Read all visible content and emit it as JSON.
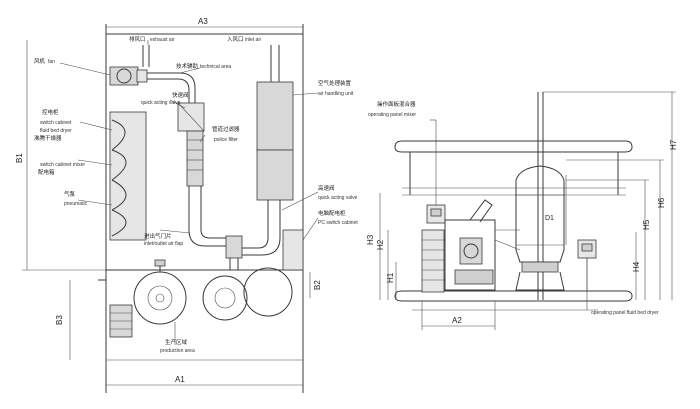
{
  "labels": {
    "exhaust_air_cn": "排风口",
    "exhaust_air_en": "exhaust air",
    "inlet_air_cn": "入风口",
    "inlet_air_en": "inlet air",
    "fan_cn": "风机",
    "fan_en": "fan",
    "technical_area_cn": "技术辅助",
    "technical_area_en": "technical area",
    "quick_valve_cn": "快速阀",
    "quick_valve_en": "quick acting valve",
    "police_filter_cn": "管道过滤器",
    "police_filter_en": "police filter",
    "air_handling_cn": "空气处理装置",
    "air_handling_en": "air handling unit",
    "switch_cabinet_cn": "控电柜",
    "switch_cabinet_en": "switch cabinet",
    "fluid_bed_dryer_cn": "沸腾干燥器",
    "fluid_bed_dryer_en": "fluid bed dryer",
    "switch_mixer_en": "switch cabinet mixer",
    "pc_cn": "配电箱",
    "pneumatic_cn": "气泵",
    "pneumatic_en": "pneumatic",
    "inlet_flap_cn": "进出气门片",
    "inlet_flap_en": "inlet/outlet air flap",
    "quick_valve2_cn": "高速阀",
    "quick_valve2_en": "quick acting valve",
    "pc_switch_cn": "电脑配电柜",
    "pc_switch_en": "PC switch cabinet",
    "production_cn": "生产区域",
    "production_en": "production area",
    "operating_mixer_cn": "操作面板混合器",
    "operating_mixer_en": "operating panel mixer",
    "operating_fbd_en": "operating panel fluid bed dryer",
    "d1": "D1"
  },
  "dimensions": {
    "a1": "A1",
    "a2": "A2",
    "a3": "A3",
    "b1": "B1",
    "b2": "B2",
    "b3": "B3",
    "h1": "H1",
    "h2": "H2",
    "h3": "H3",
    "h4": "H4",
    "h5": "H5",
    "h6": "H6",
    "h7": "H7"
  }
}
